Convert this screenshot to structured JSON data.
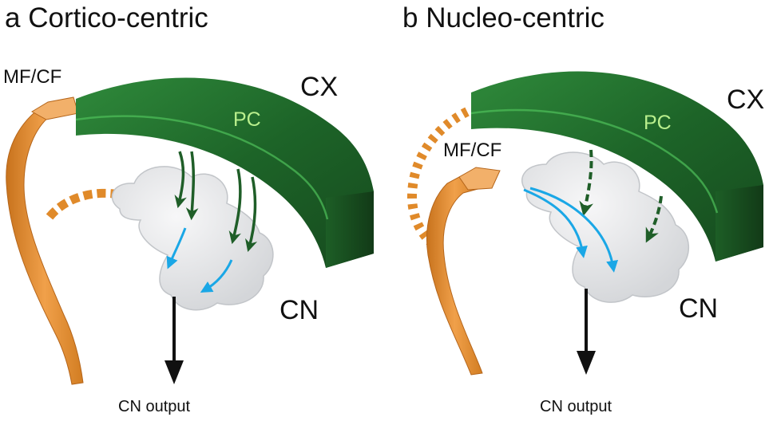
{
  "panels": [
    {
      "letter": "a",
      "title": "Cortico-centric",
      "labels": {
        "input": "MF/CF",
        "cortex": "CX",
        "purkinje": "PC",
        "nuclei": "CN",
        "output": "CN output"
      }
    },
    {
      "letter": "b",
      "title": "Nucleo-centric",
      "labels": {
        "input": "MF/CF",
        "cortex": "CX",
        "purkinje": "PC",
        "nuclei": "CN",
        "output": "CN output"
      }
    }
  ],
  "colors": {
    "cortex_dark": "#16431d",
    "cortex_mid": "#1f6a2c",
    "pc_text": "#b9ef8d",
    "fiber": "#e08a2a",
    "fiber_light": "#f2b06a",
    "nuclei": "#e6e7e9",
    "internal_arrow": "#1aa7e6",
    "pc_arrow": "#1f5e28",
    "output_arrow": "#111111"
  }
}
